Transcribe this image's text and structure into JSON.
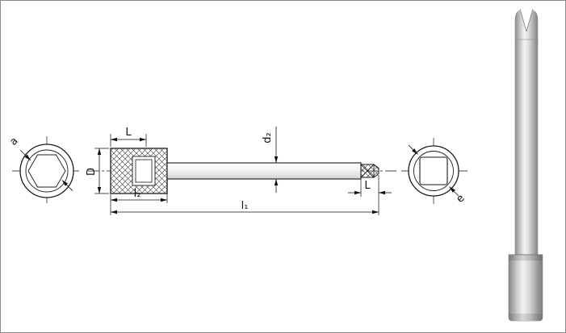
{
  "page": {
    "background": "#ffffff"
  },
  "drawing": {
    "type": "technical-drawing",
    "subject": "socket-extension-bar",
    "labels": {
      "hex_across_flats": "a",
      "head_length": "L",
      "head_diameter": "D",
      "shaft_diameter": "d₂",
      "head_section_length": "l₂",
      "drive_end_length": "L",
      "overall_length": "l₁",
      "square_drive_size": "e"
    },
    "colors": {
      "line": "#1a1a1a",
      "dimension": "#111111",
      "metal_dark": "#8c8c8c",
      "metal_light": "#f5f5f5",
      "shaft_fill_bottom": "#d2d2d2"
    }
  }
}
